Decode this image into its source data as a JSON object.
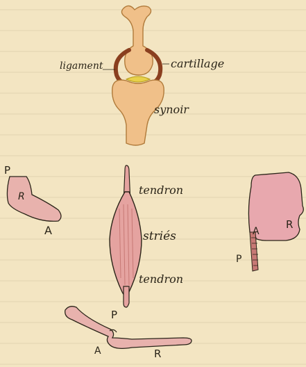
{
  "labels": {
    "ligament": "ligament",
    "cartilage": "cartillage",
    "synovial": "synoir",
    "tendon_top": "tendron",
    "striated": "striés",
    "tendon_bottom": "tendron"
  },
  "letters": {
    "left_p": "P",
    "left_r": "R",
    "left_a": "A",
    "right_a": "A",
    "right_r": "R",
    "right_p": "P",
    "bottom_p": "P",
    "bottom_a": "A",
    "bottom_r": "R"
  },
  "colors": {
    "paper": "#f3e5c2",
    "rule_lines": "#d8c9a5",
    "bone_fill": "#f0c089",
    "bone_stroke": "#b07a3a",
    "ligament_brown": "#8a3f1f",
    "cartilage_yellow": "#e8d14a",
    "muscle_pink": "#e5a3a0",
    "ink": "#2a2418"
  }
}
